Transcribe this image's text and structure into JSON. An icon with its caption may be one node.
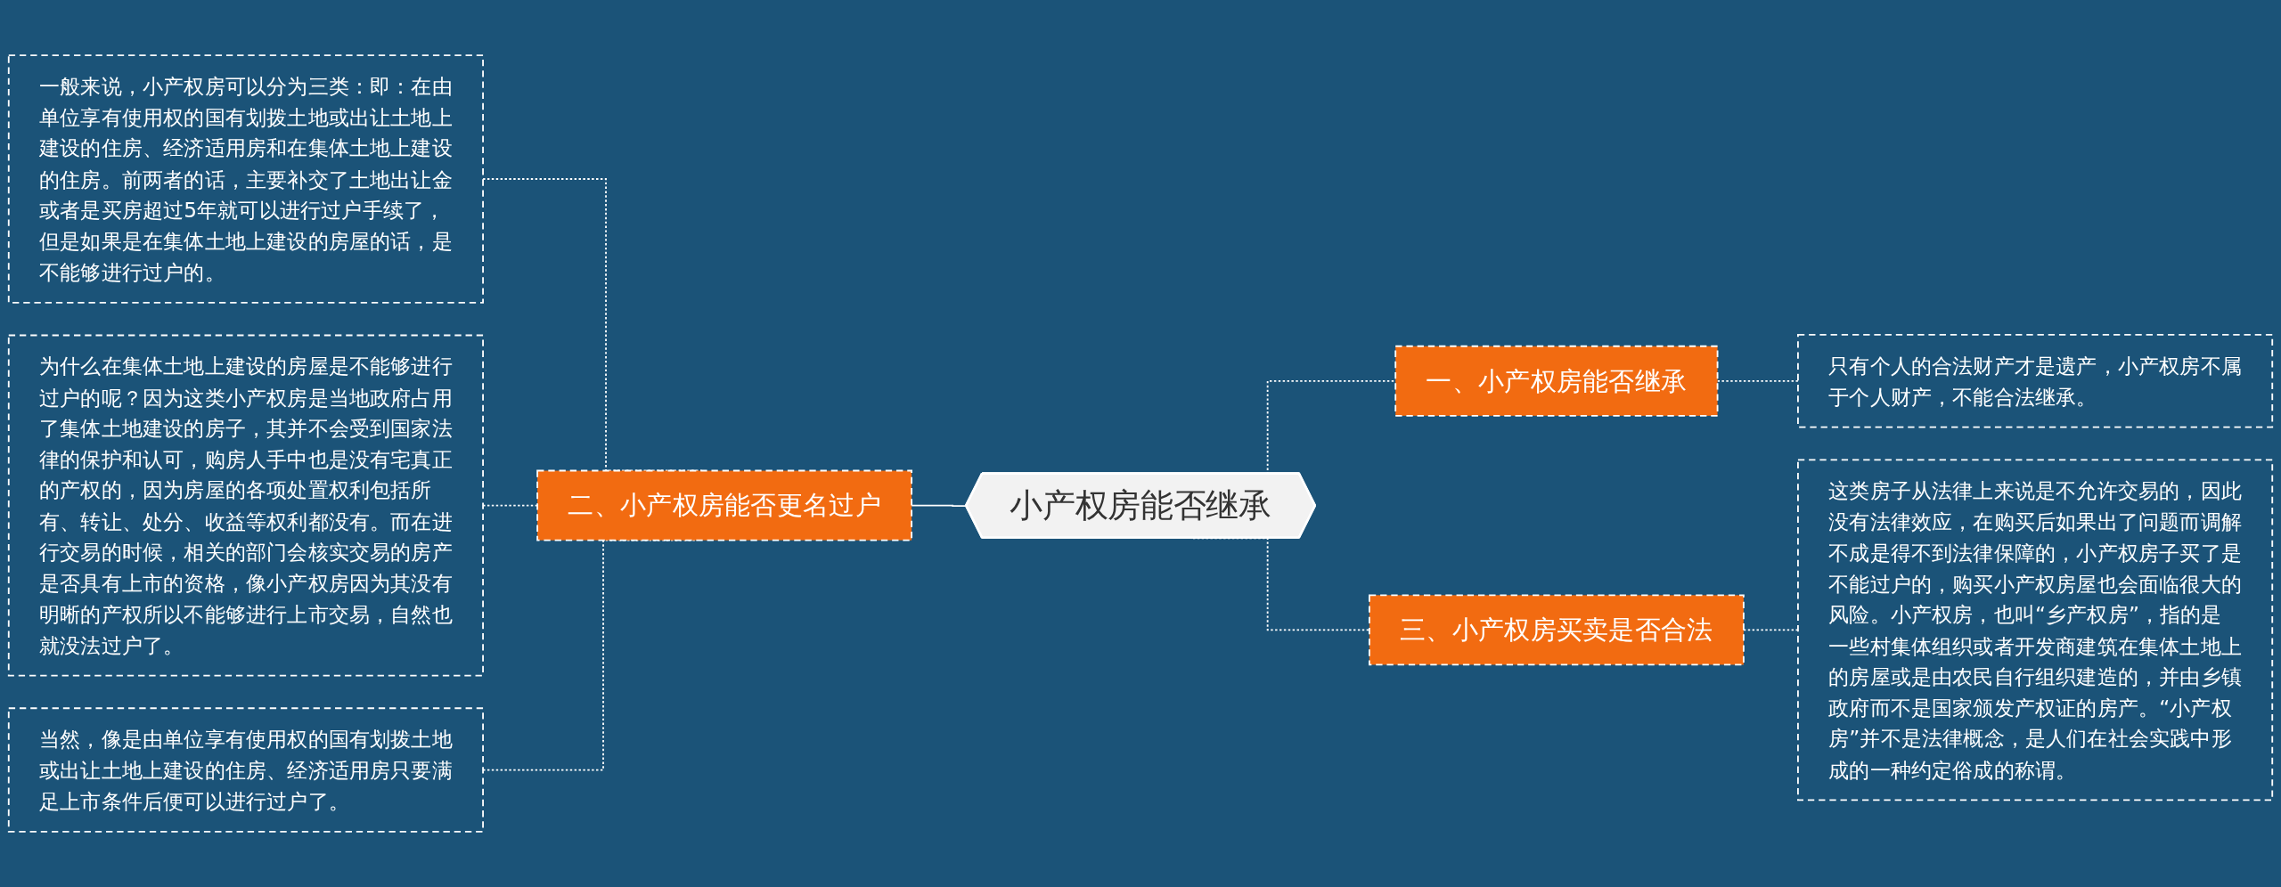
{
  "diagram": {
    "nodes": [
      {
        "text": [
          "小产权房能否继承"
        ]
      },
      {
        "text": [
          "一、小产权房能否继承"
        ]
      },
      {
        "text": [
          "只有个人的合法财产才是遗产，小产权房不属于个人财产，不能合法继承。"
        ]
      },
      {
        "text": [
          "二、小产权房能否更名过户"
        ]
      },
      {
        "text": [
          "一般来说，小产权房可以分为三类：即：在由单位享有使用权的国有划拨土地或出让土地上建设的住房、经济适用房和在集体土地上建设的住房。前两者的话，主要补交了土地出让金或者是买房超过5年就可以进行过户手续了，但是如果是在集体土地上建设的房屋的话，是不能够进行过户的。"
        ]
      },
      {
        "text": [
          "为什么在集体土地上建设的房屋是不能够进行过户的呢？因为这类小产权房是当地政府占用了集体土地建设的房子，其并不会受到国家法律的保护和认可，购房人手中也是没有宅真正的产权的，因为房屋的各项处置权利包括所有、转让、处分、收益等权利都没有。而在进行交易的时候，相关的部门会核实交易的房产是否具有上市的资格，像小产权房因为其没有明晰的产权所以不能够进行上市交易，自然也就没法过户了。"
        ]
      },
      {
        "text": [
          "当然，像是由单位享有使用权的国有划拨土地或出让土地上建设的住房、经济适用房只要满足上市条件后便可以进行过户了。"
        ]
      },
      {
        "text": [
          "三、小产权房买卖是否合法"
        ]
      },
      {
        "text": [
          "这类房子从法律上来说是不允许交易的，因此没有法律效应，在购买后如果出了问题而调解不成是得不到法律保障的，小产权房子买了是不能过户的，购买小产权房屋也会面临很大的风险。小产权房，也叫“乡产权房”，指的是一些村集体组织或者开发商建筑在集体土地上的房屋或是由农民自行组织建造的，并由乡镇政府而不是国家颁发产权证的房产。“小产权房”并不是法律概念，是人们在社会实践中形成的一种约定俗成的称谓。"
        ]
      }
    ],
    "edges": [
      {
        "from": 0,
        "to": 1,
        "arrow": "none",
        "style": "dashed"
      },
      {
        "from": 1,
        "to": 2,
        "arrow": "none",
        "style": "dashed"
      },
      {
        "from": 3,
        "to": 0,
        "arrow": "none"
      },
      {
        "from": 4,
        "to": 3,
        "arrow": "none",
        "style": "dashed"
      },
      {
        "from": 5,
        "to": 3,
        "arrow": "none",
        "style": "dashed"
      },
      {
        "from": 6,
        "to": 3,
        "arrow": "none",
        "style": "dashed"
      },
      {
        "from": 0,
        "to": 7,
        "arrow": "none",
        "style": "dashed"
      },
      {
        "from": 7,
        "to": 8,
        "arrow": "none",
        "style": "dashed"
      }
    ]
  }
}
